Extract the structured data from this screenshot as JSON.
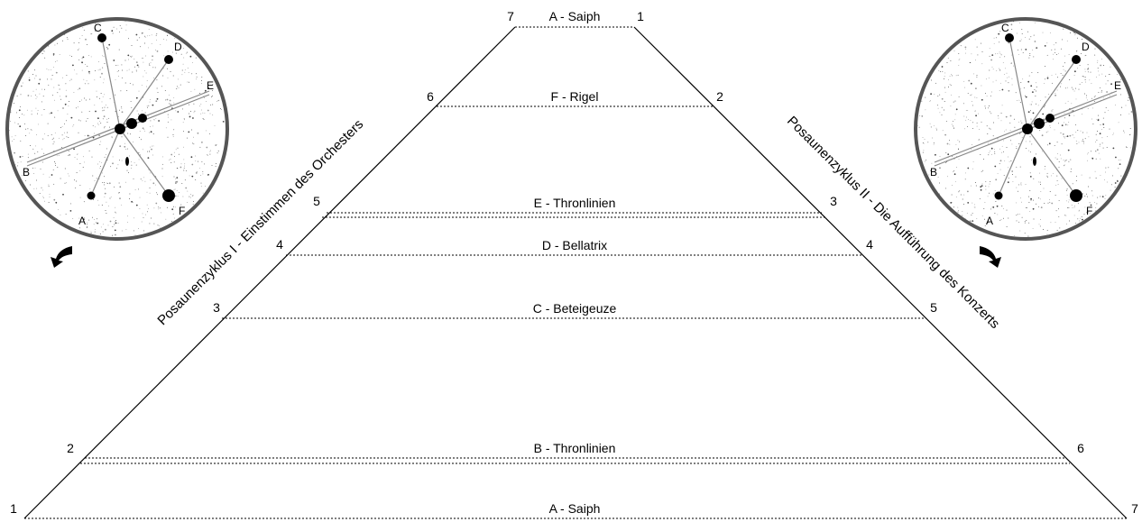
{
  "top_label": "A - Saiph",
  "top_left_number": "7",
  "top_right_number": "1",
  "levels": [
    {
      "label": "F - Rigel",
      "left": "6",
      "right": "2"
    },
    {
      "label": "E - Thronlinien",
      "left": "5",
      "right": "3"
    },
    {
      "label": "D - Bellatrix",
      "left": "4",
      "right": "4"
    },
    {
      "label": "C - Beteigeuze",
      "left": "3",
      "right": "5"
    },
    {
      "label": "B - Thronlinien",
      "left": "2",
      "right": "6"
    },
    {
      "label": "A - Saiph",
      "left": "1",
      "right": "7"
    }
  ],
  "left_side_text": "Posaunenzyklus I - Einstimmen des Orchesters",
  "right_side_text": "Posaunenzyklus II - Die Aufführung des Konzerts",
  "star_labels": [
    "A",
    "B",
    "C",
    "D",
    "E",
    "F"
  ],
  "left_arrow_direction": "counterclockwise",
  "right_arrow_direction": "clockwise"
}
